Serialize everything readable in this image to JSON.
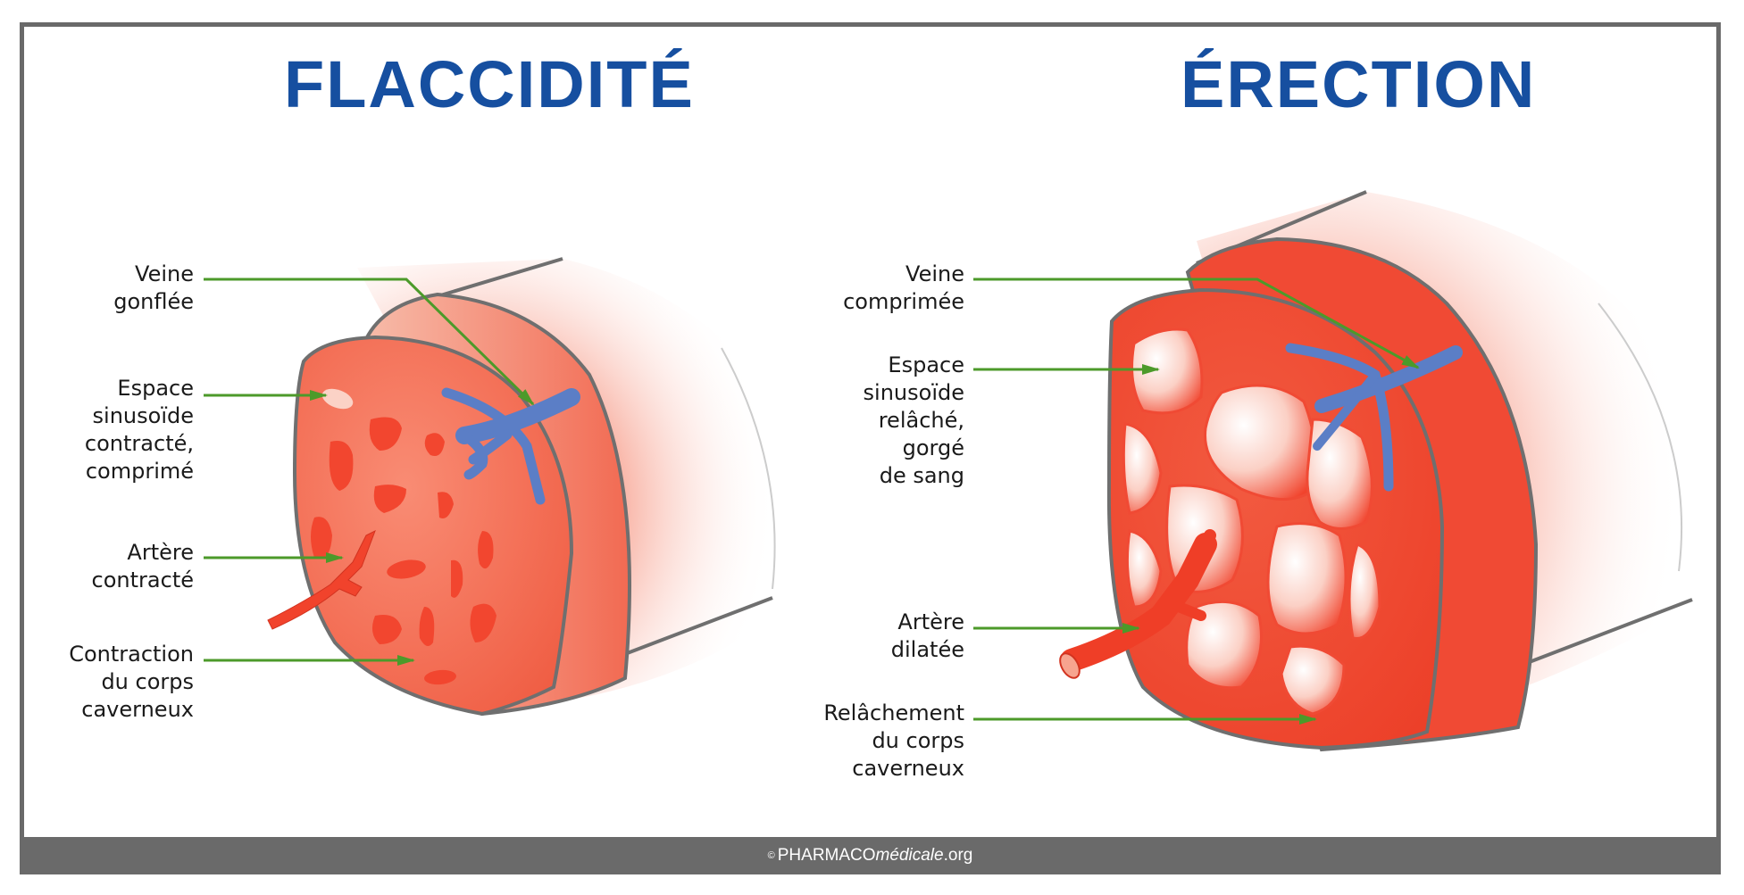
{
  "titles": {
    "left": "FLACCIDITÉ",
    "right": "ÉRECTION"
  },
  "left_labels": {
    "vein": "Veine\ngonflée",
    "sinus": "Espace\nsinusoïde\ncontracté,\ncomprimé",
    "artery": "Artère\ncontracté",
    "body": "Contraction\ndu corps\ncaverneux"
  },
  "right_labels": {
    "vein": "Veine\ncomprimée",
    "sinus": "Espace\nsinusoïde\nrelâché,\ngorgé\nde sang",
    "artery": "Artère\ndilatée",
    "body": "Relâchement\ndu corps\ncaverneux"
  },
  "footer": {
    "copyright": "©",
    "brand": "PHARMACO",
    "brand_italic": "médicale",
    "suffix": ".org"
  },
  "colors": {
    "title": "#164fa0",
    "tissue": "#f04a34",
    "vein": "#5b7ec6",
    "arrow": "#4c9a2a",
    "outline": "#6f6f6f"
  }
}
